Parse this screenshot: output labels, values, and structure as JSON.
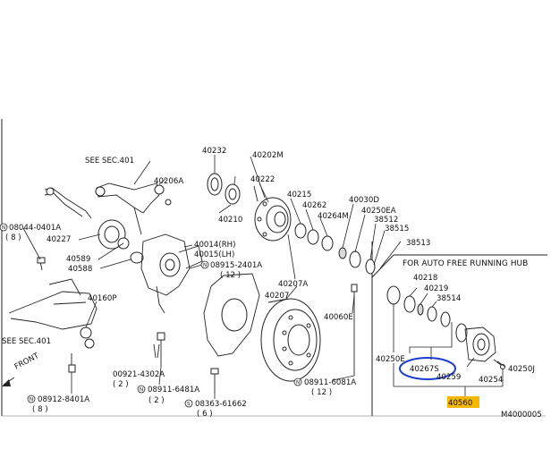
{
  "labels": {
    "see_sec_401_top": "SEE SEC.401",
    "p40206a": "40206A",
    "p40232": "40232",
    "p40202m": "40202M",
    "p40222": "40222",
    "p40210": "40210",
    "p40215": "40215",
    "p40262": "40262",
    "p40264m": "40264M",
    "p40030d": "40030D",
    "p40250ea": "40250EA",
    "p38512": "38512",
    "p38515": "38515",
    "p38513": "38513",
    "n08044": "08044-0401A",
    "n08044_qty": "( 8 )",
    "p40227": "40227",
    "p40589": "40589",
    "p40588": "40588",
    "p40014": "40014(RH)",
    "p40015": "40015(LH)",
    "n08915": "08915-2401A",
    "n08915_qty": "( 12 )",
    "p40207a": "40207A",
    "p40207": "40207",
    "p40060e": "40060E",
    "p40160p": "40160P",
    "see_sec_401_bottom": "SEE SEC.401",
    "front": "FRONT",
    "p00921": "00921-4302A",
    "p00921_qty": "( 2 )",
    "n08911_6481": "08911-6481A",
    "n08911_6481_qty": "( 2 )",
    "s08363": "08363-61662",
    "s08363_qty": "( 6 )",
    "n08911_6081": "08911-6081A",
    "n08911_6081_qty": "( 12 )",
    "n08912": "08912-8401A",
    "n08912_qty": "( 8 )",
    "auto_hub_title": "FOR AUTO FREE RUNNING HUB",
    "p40218": "40218",
    "p40219": "40219",
    "p38514": "38514",
    "p40250e": "40250E",
    "p40267s": "40267S",
    "p40259": "40259",
    "p40250j": "40250J",
    "p40254": "40254",
    "p40560": "40560",
    "diagram_code": "M4000005"
  },
  "annotations": {
    "circle_color": "#1a3cc8",
    "highlight_color": "#f5b800"
  }
}
